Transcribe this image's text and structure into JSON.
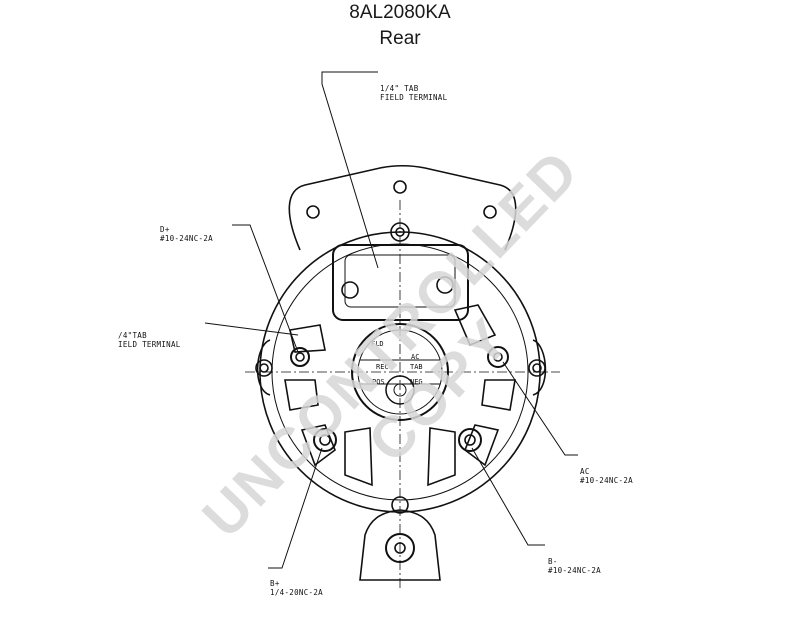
{
  "header": {
    "model": "8AL2080KA",
    "view": "Rear"
  },
  "labels": {
    "field_top": [
      "1/4\" TAB",
      "FIELD TERMINAL"
    ],
    "dplus": [
      "D+",
      "#10-24NC-2A"
    ],
    "field_left": [
      "/4\"TAB",
      "IELD TERMINAL"
    ],
    "ac": [
      "AC",
      "#10-24NC-2A"
    ],
    "bminus": [
      "B-",
      "#10-24NC-2A"
    ],
    "bplus": [
      "B+",
      "1/4-20NC-2A"
    ]
  },
  "hub": {
    "fld": "FLD",
    "ac": "AC",
    "tab": "TAB",
    "rec": "REC",
    "pos": "POS",
    "neg": "NEG"
  },
  "watermark": "UNCONTROLLED COPY"
}
